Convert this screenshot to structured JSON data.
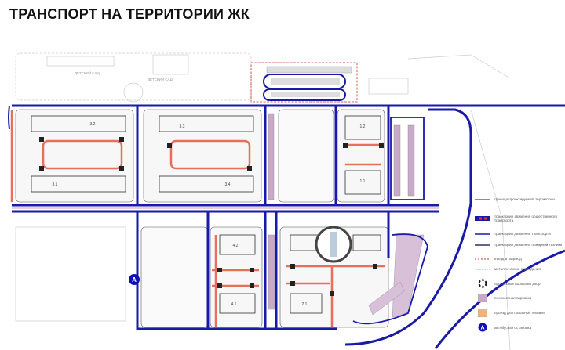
{
  "title": "ТРАНСПОРТ НА ТЕРРИТОРИИ ЖК",
  "plan": {
    "kindergarten_1": "ДЕТСКИЙ САД",
    "kindergarten_2": "ДЕТСКИЙ САД",
    "buildings": [
      "3.2",
      "3.1",
      "3.3",
      "3.4",
      "1.2",
      "1.1",
      "4.2",
      "4.1",
      "2.1"
    ],
    "bus_stop_letter": "А"
  },
  "colors": {
    "road": "#1a1aa8",
    "boundary": "#c0392b",
    "fire_route": "#e8705a",
    "parking": "#c9a9c9",
    "fire_passage": "#f2b27a",
    "bus_stop": "#1010b0",
    "fence": "#7ac6d6"
  },
  "legend": [
    {
      "icon": "boundary-line",
      "label": "граница проектируемой территории"
    },
    {
      "icon": "public-transport-route",
      "label": "траектория движения общественного транспорта"
    },
    {
      "icon": "transport-route",
      "label": "траектория движения транспорта"
    },
    {
      "icon": "fire-route",
      "label": "траектория движения пожарной техники"
    },
    {
      "icon": "entrance-arrows",
      "label": "въезд в подъезд"
    },
    {
      "icon": "metal-fence",
      "label": "металлические ограждения"
    },
    {
      "icon": "gate",
      "label": "пропускные ворота во двор"
    },
    {
      "icon": "parking-square",
      "label": "плоскостная парковка"
    },
    {
      "icon": "fire-passage-square",
      "label": "проезд для пожарной техники"
    },
    {
      "icon": "bus-stop",
      "label": "автобусная остановка"
    }
  ]
}
